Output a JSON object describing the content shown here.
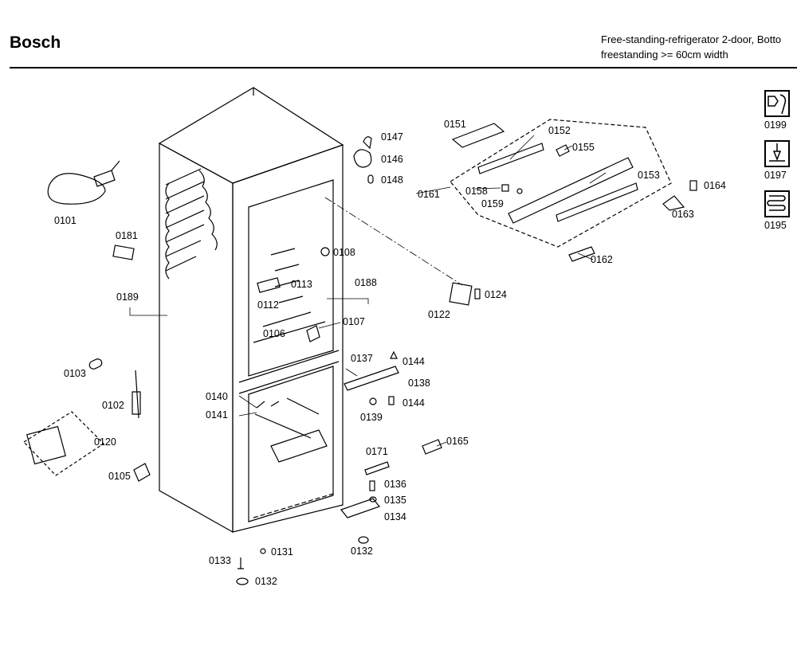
{
  "header": {
    "brand": "Bosch",
    "subtitle_line1": "Free-standing-refrigerator 2-door, Botto",
    "subtitle_line2": "freestanding >= 60cm width"
  },
  "parts": [
    "0101",
    "0181",
    "0189",
    "0103",
    "0102",
    "0120",
    "0105",
    "0147",
    "0146",
    "0148",
    "0108",
    "0113",
    "0112",
    "0188",
    "0106",
    "0107",
    "0140",
    "0141",
    "0133",
    "0131",
    "0132",
    "0132",
    "0151",
    "0152",
    "0155",
    "0161",
    "0158",
    "0159",
    "0153",
    "0164",
    "0163",
    "0162",
    "0124",
    "0122",
    "0137",
    "0144",
    "0138",
    "0144",
    "0139",
    "0165",
    "0171",
    "0136",
    "0135",
    "0134",
    "0199",
    "0197",
    "0195"
  ],
  "legend_icons": [
    "toolkit-icon",
    "grease-icon",
    "heating-coil-icon"
  ]
}
